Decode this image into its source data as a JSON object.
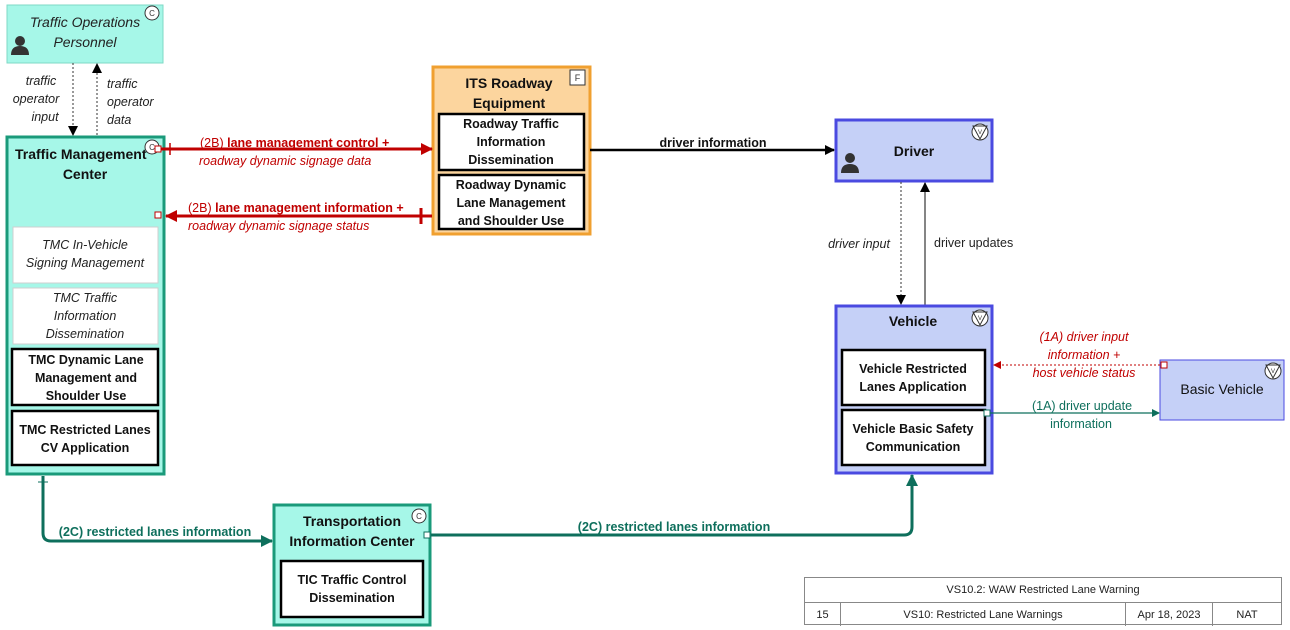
{
  "elements": {
    "traffic_ops": {
      "line1": "Traffic Operations",
      "line2": "Personnel",
      "badge": "C"
    },
    "tmc": {
      "line1": "Traffic Management",
      "line2": "Center",
      "badge": "C",
      "objects": [
        {
          "lines": [
            "TMC In-Vehicle",
            "Signing Management"
          ]
        },
        {
          "lines": [
            "TMC Traffic",
            "Information",
            "Dissemination"
          ]
        },
        {
          "lines": [
            "TMC Dynamic Lane",
            "Management and",
            "Shoulder Use"
          ]
        },
        {
          "lines": [
            "TMC Restricted Lanes",
            "CV Application"
          ]
        }
      ]
    },
    "its": {
      "line1": "ITS Roadway",
      "line2": "Equipment",
      "badge": "F",
      "objects": [
        {
          "lines": [
            "Roadway Traffic",
            "Information",
            "Dissemination"
          ]
        },
        {
          "lines": [
            "Roadway Dynamic",
            "Lane Management",
            "and Shoulder Use"
          ]
        }
      ]
    },
    "driver": {
      "label": "Driver",
      "badge": "V"
    },
    "vehicle": {
      "label": "Vehicle",
      "badge": "V",
      "objects": [
        {
          "lines": [
            "Vehicle Restricted",
            "Lanes Application"
          ]
        },
        {
          "lines": [
            "Vehicle Basic Safety",
            "Communication"
          ]
        }
      ]
    },
    "basic_vehicle": {
      "label": "Basic Vehicle",
      "badge": "V"
    },
    "tic": {
      "line1": "Transportation",
      "line2": "Information Center",
      "badge": "C",
      "objects": [
        {
          "lines": [
            "TIC Traffic Control",
            "Dissemination"
          ]
        }
      ]
    }
  },
  "flows": {
    "operator_input": [
      "traffic",
      "operator",
      "input"
    ],
    "operator_data": [
      "traffic",
      "operator",
      "data"
    ],
    "flow_2b_control": {
      "line1_prefix": "(2B) ",
      "line1_bold": "lane management control +",
      "line2": "roadway dynamic signage data"
    },
    "flow_2b_info": {
      "line1_prefix": "(2B) ",
      "line1_bold": "lane management information +",
      "line2": "roadway dynamic signage status"
    },
    "driver_information": "driver information",
    "driver_input": "driver input",
    "driver_updates": "driver updates",
    "flow_1a_input": [
      "(1A) driver input",
      "information +",
      "host vehicle status"
    ],
    "flow_1a_update": [
      "(1A) driver update",
      "information"
    ],
    "flow_2c_left": "(2C) restricted lanes information",
    "flow_2c_right": "(2C) restricted lanes information"
  },
  "footer": {
    "title": "VS10.2: WAW Restricted Lane Warning",
    "number": "15",
    "service": "VS10: Restricted Lane Warnings",
    "date": "Apr 18, 2023",
    "tag": "NAT"
  },
  "colors": {
    "center_fill": "#a6f7e8",
    "center_stroke": "#1a9a7a",
    "field_fill": "#fcd59e",
    "field_stroke": "#f0a030",
    "vehicle_fill": "#c5d0f7",
    "vehicle_stroke": "#4a4ae0",
    "red_flow": "#c00000",
    "green_flow": "#0e6f5c"
  }
}
